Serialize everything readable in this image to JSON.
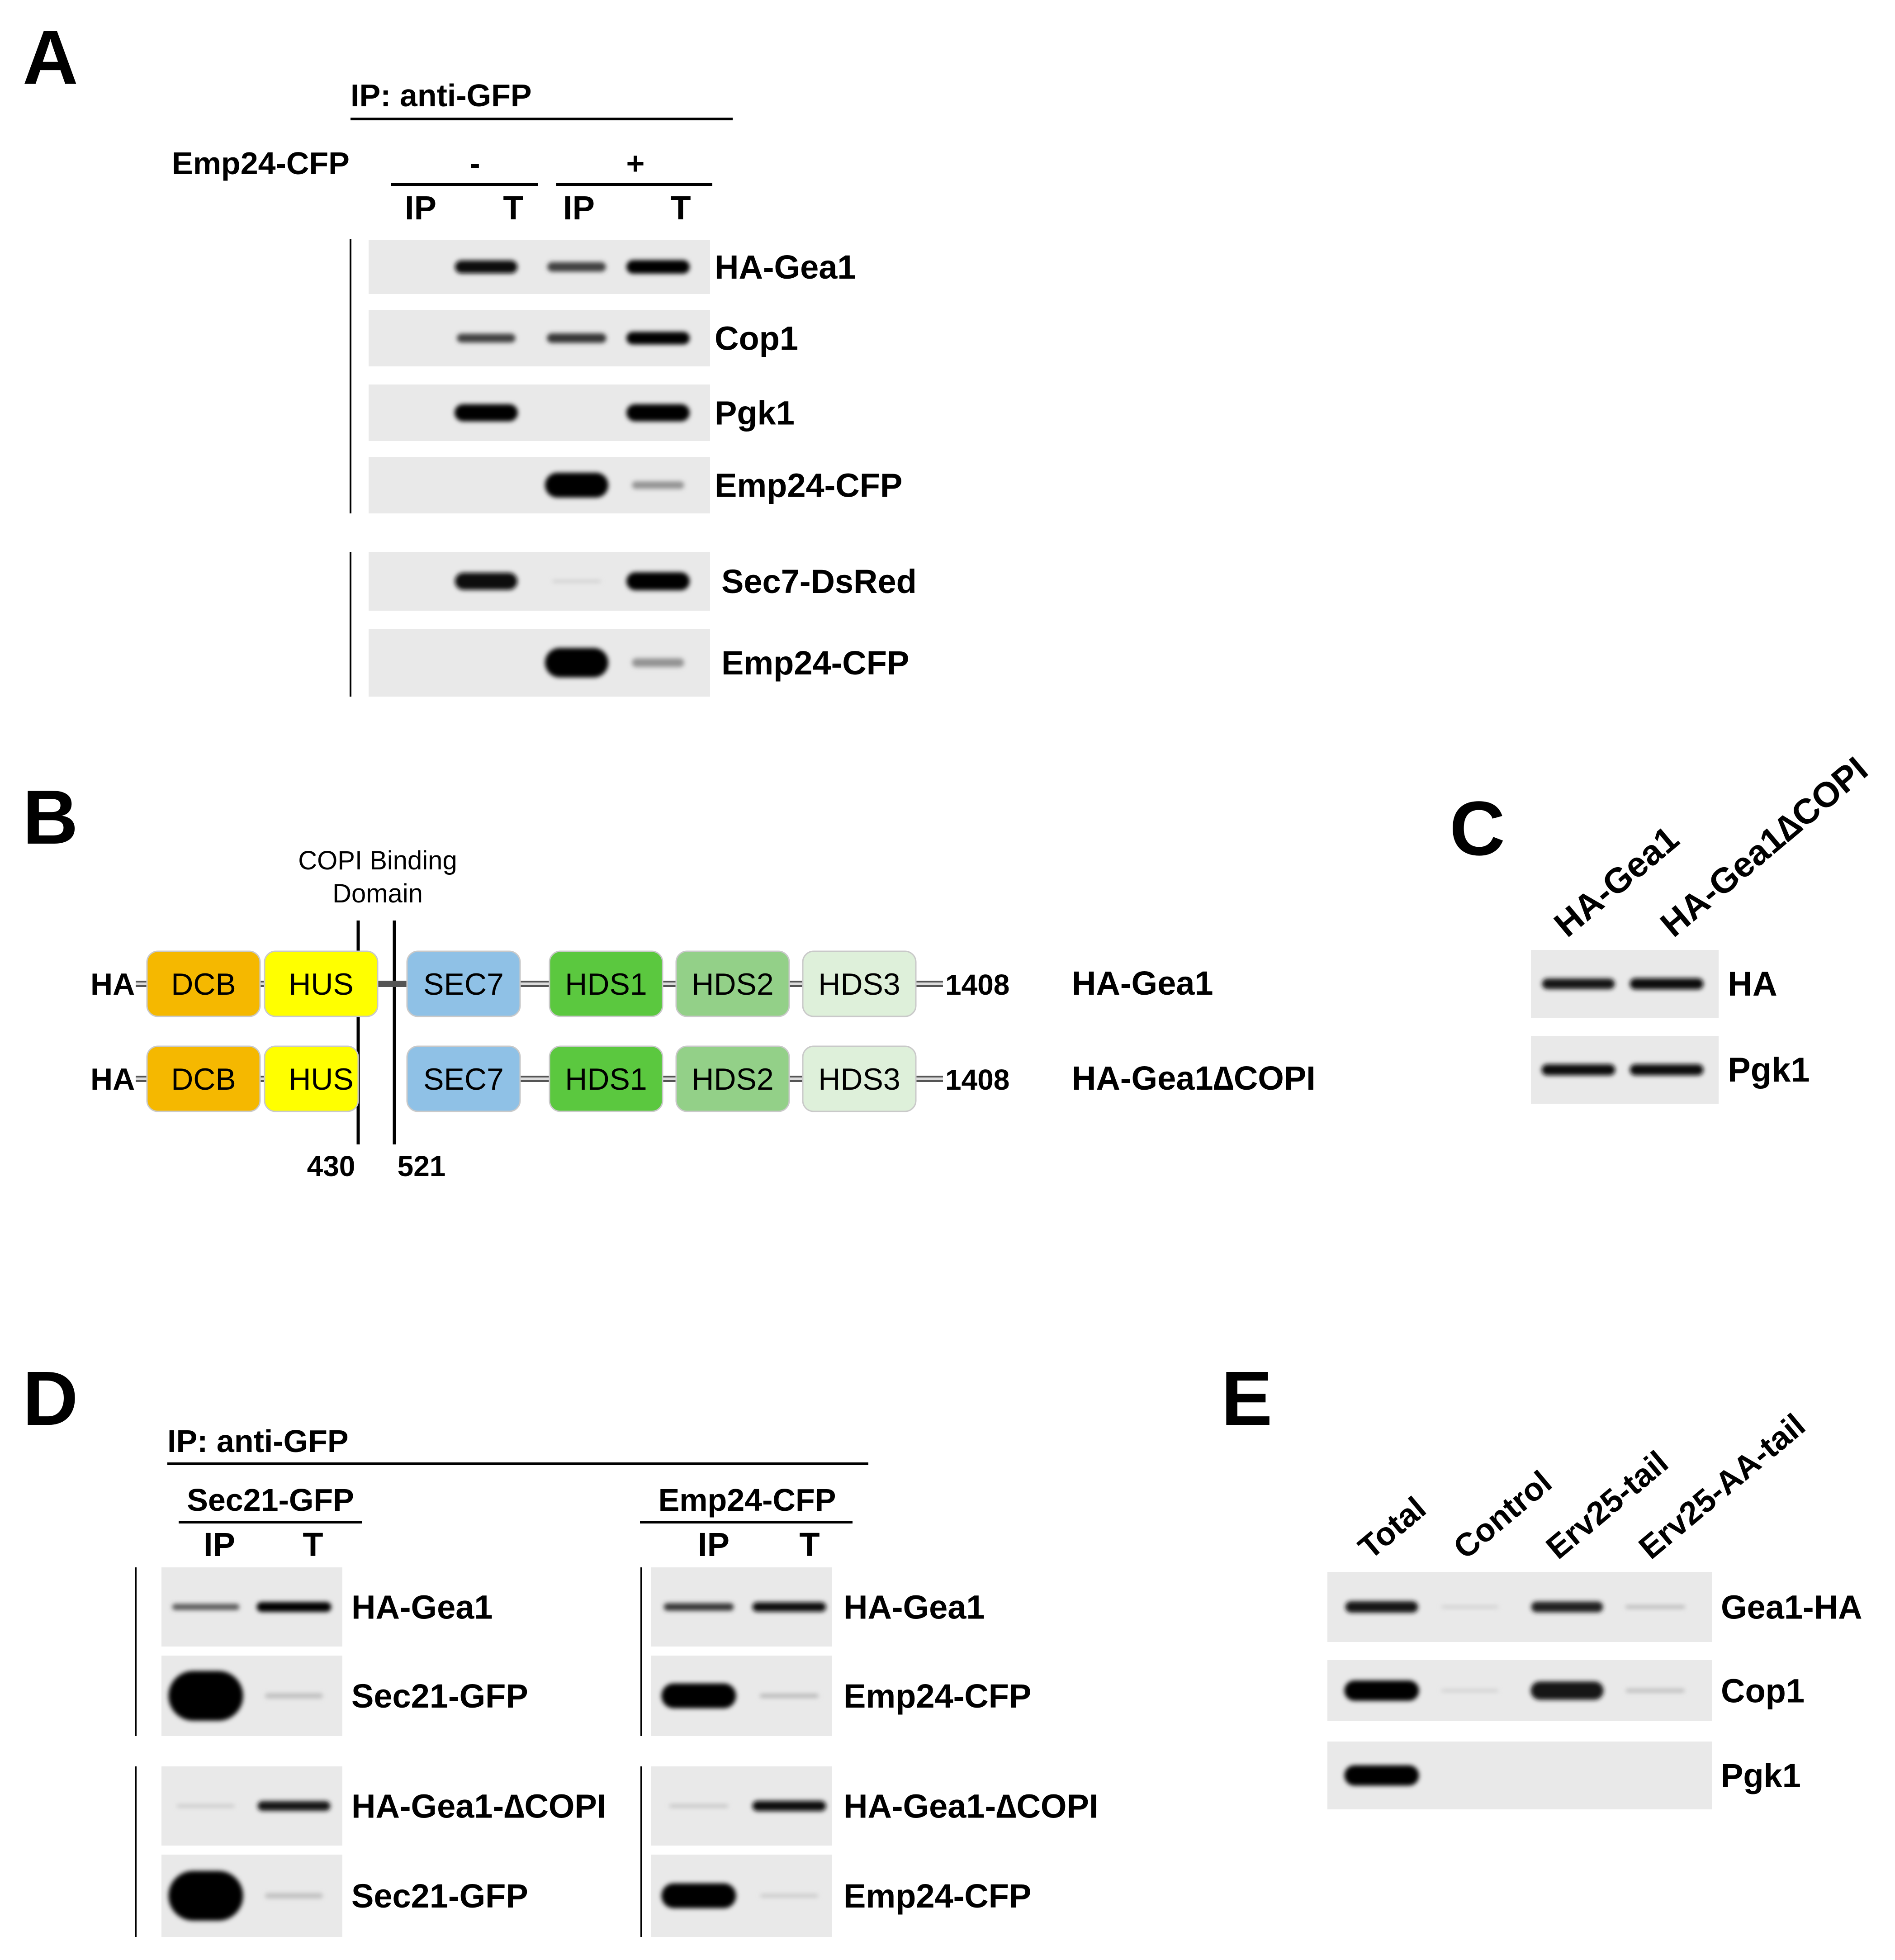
{
  "panels": {
    "A": {
      "letter": "A",
      "ip_label": "IP: anti-GFP",
      "condition_label": "Emp24-CFP",
      "cond_minus": "-",
      "cond_plus": "+",
      "lanes": [
        "IP",
        "T",
        "IP",
        "T"
      ],
      "blots": [
        {
          "label": "HA-Gea1",
          "bands": [
            0.0,
            0.95,
            0.7,
            1.0
          ]
        },
        {
          "label": "Cop1",
          "bands": [
            0.0,
            0.7,
            0.75,
            1.0
          ]
        },
        {
          "label": "Pgk1",
          "bands": [
            0.0,
            1.0,
            0.0,
            1.0
          ]
        },
        {
          "label": "Emp24-CFP",
          "bands": [
            0.0,
            0.0,
            1.0,
            0.3
          ]
        },
        {
          "label": "Sec7-DsRed",
          "bands": [
            0.0,
            0.95,
            0.05,
            1.0
          ]
        },
        {
          "label": "Emp24-CFP",
          "bands": [
            0.0,
            0.0,
            1.0,
            0.3
          ]
        }
      ]
    },
    "B": {
      "letter": "B",
      "domain_caption_line1": "COPI Binding",
      "domain_caption_line2": "Domain",
      "n_tag": "HA",
      "c_terminus": "1408",
      "start_residue": "430",
      "end_residue": "521",
      "constructs": [
        "HA-Gea1",
        "HA-Gea1∆COPI"
      ],
      "domains": [
        {
          "name": "DCB",
          "color": "#f5b800"
        },
        {
          "name": "HUS",
          "color": "#ffff00"
        },
        {
          "name": "SEC7",
          "color": "#8fc1e6"
        },
        {
          "name": "HDS1",
          "color": "#5bc83f"
        },
        {
          "name": "HDS2",
          "color": "#93d088"
        },
        {
          "name": "HDS3",
          "color": "#def0da"
        }
      ]
    },
    "C": {
      "letter": "C",
      "lanes": [
        "HA-Gea1",
        "HA-Gea1∆COPI"
      ],
      "blots": [
        {
          "label": "HA",
          "bands": [
            0.9,
            0.95
          ]
        },
        {
          "label": "Pgk1",
          "bands": [
            0.95,
            0.95
          ]
        }
      ]
    },
    "D": {
      "letter": "D",
      "ip_label": "IP: anti-GFP",
      "groups": [
        {
          "name": "Sec21-GFP",
          "lanes": [
            "IP",
            "T"
          ],
          "blots": [
            {
              "label": "HA-Gea1",
              "bands": [
                0.6,
                1.0
              ]
            },
            {
              "label": "Sec21-GFP",
              "bands": [
                1.0,
                0.1
              ]
            },
            {
              "label": "HA-Gea1-∆COPI",
              "bands": [
                0.1,
                0.9
              ]
            },
            {
              "label": "Sec21-GFP",
              "bands": [
                1.0,
                0.1
              ]
            }
          ]
        },
        {
          "name": "Emp24-CFP",
          "lanes": [
            "IP",
            "T"
          ],
          "blots": [
            {
              "label": "HA-Gea1",
              "bands": [
                0.75,
                0.95
              ]
            },
            {
              "label": "Emp24-CFP",
              "bands": [
                1.0,
                0.15
              ]
            },
            {
              "label": "HA-Gea1-∆COPI",
              "bands": [
                0.15,
                0.95
              ]
            },
            {
              "label": "Emp24-CFP",
              "bands": [
                1.0,
                0.1
              ]
            }
          ]
        }
      ]
    },
    "E": {
      "letter": "E",
      "lanes": [
        "Total",
        "Control",
        "Erv25-tail",
        "Erv25-AA-tail"
      ],
      "blots": [
        {
          "label": "Gea1-HA",
          "bands": [
            0.9,
            0.05,
            0.85,
            0.2
          ]
        },
        {
          "label": "Cop1",
          "bands": [
            1.0,
            0.05,
            0.9,
            0.15
          ]
        },
        {
          "label": "Pgk1",
          "bands": [
            1.0,
            0.0,
            0.0,
            0.0
          ]
        }
      ]
    }
  }
}
